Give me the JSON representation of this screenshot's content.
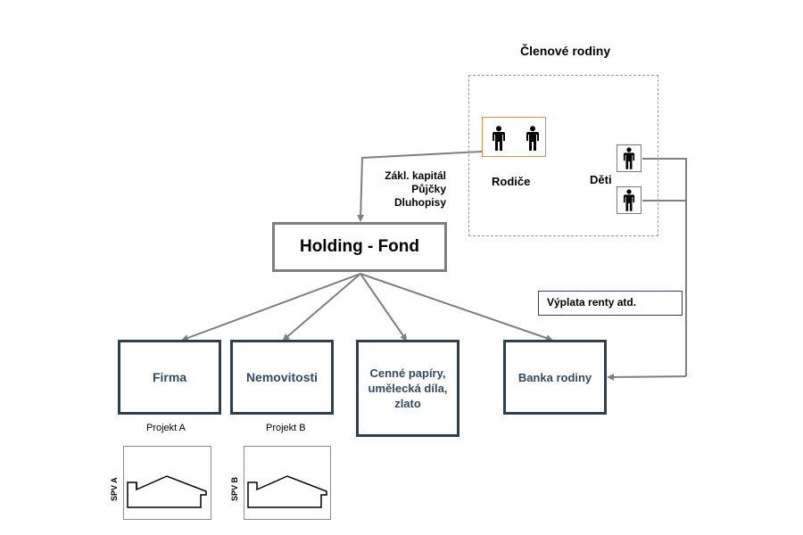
{
  "family": {
    "title": "Členové rodiny",
    "parents_label": "Rodiče",
    "children_label": "Děti"
  },
  "capital_flow": {
    "line1": "Zákl. kapitál",
    "line2": "Půjčky",
    "line3": "Dluhopisy"
  },
  "holding": {
    "label": "Holding - Fond"
  },
  "rent_note": {
    "label": "Výplata renty atd."
  },
  "assets": {
    "firma": "Firma",
    "nemovitosti": "Nemovitosti",
    "cenne": "Cenné papíry, umělecká díla, zlato",
    "banka": "Banka rodiny"
  },
  "projects": {
    "a": "Projekt A",
    "b": "Projekt B"
  },
  "spv": {
    "a": "SPV A",
    "b": "SPV B"
  },
  "colors": {
    "arrow": "#7f7f7f",
    "box_border": "#2e4050",
    "parents_border": "#d98c4a"
  },
  "icons": [
    "person-icon",
    "house-icon",
    "arrow-head-icon"
  ]
}
